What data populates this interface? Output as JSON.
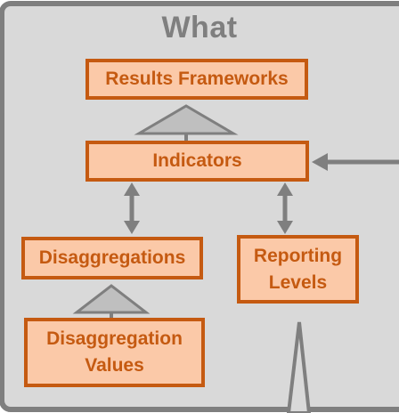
{
  "title": "What",
  "nodes": {
    "results_frameworks": "Results Frameworks",
    "indicators": "Indicators",
    "disaggregations": "Disaggregations",
    "reporting_levels": "Reporting Levels",
    "disaggregation_values": "Disaggregation Values"
  },
  "colors": {
    "panel_fill": "#d9d9d9",
    "panel_border": "#7f7f7f",
    "box_fill": "#fbc9a8",
    "box_border": "#c55a11",
    "box_text": "#c55a11",
    "connector": "#7f7f7f"
  }
}
